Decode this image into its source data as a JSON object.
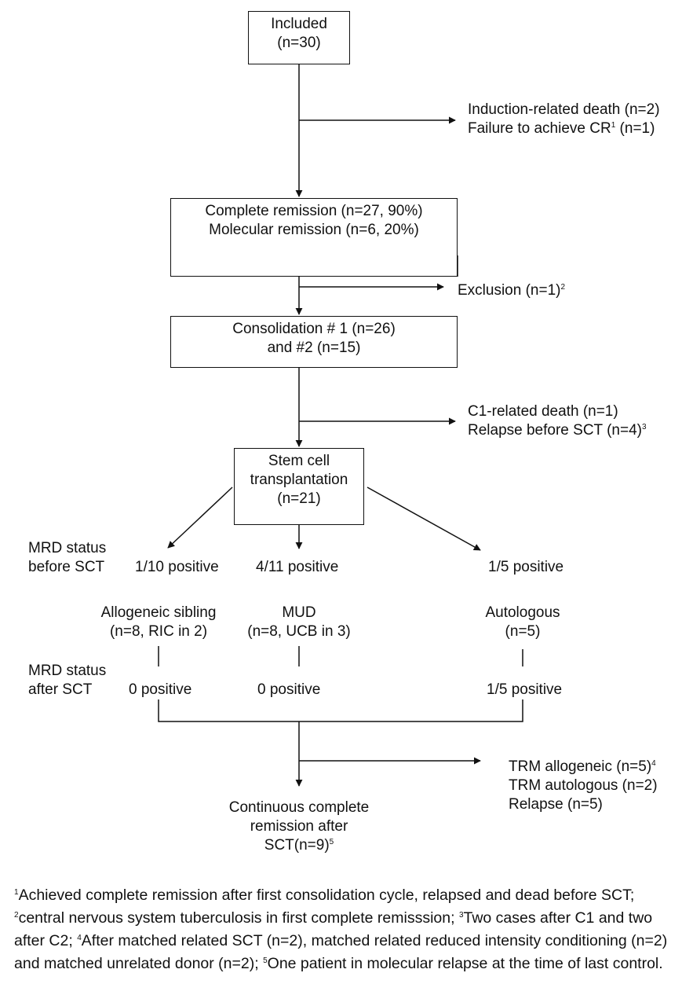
{
  "boxes": {
    "included": {
      "line1": "Included",
      "line2": "(n=30)"
    },
    "remission": {
      "line1": "Complete remission (n=27, 90%)",
      "line2": "Molecular remission (n=6, 20%)"
    },
    "consolidation": {
      "line1": "Consolidation # 1 (n=26)",
      "line2": "and #2 (n=15)"
    },
    "sct": {
      "line1": "Stem cell",
      "line2": "transplantation",
      "line3": "(n=21)"
    }
  },
  "side_notes": {
    "induction": {
      "line1": "Induction-related death (n=2)",
      "line2": "Failure to achieve CR",
      "line2_sup": "1",
      "line2_tail": " (n=1)"
    },
    "exclusion": {
      "text": "Exclusion (n=1)",
      "sup": "2"
    },
    "c1": {
      "line1": "C1-related death (n=1)",
      "line2": "Relapse before SCT (n=4)",
      "line2_sup": "3"
    },
    "trm": {
      "line1": "TRM allogeneic (n=5)",
      "line1_sup": "4",
      "line2": "TRM autologous (n=2)",
      "line3": "Relapse (n=5)"
    }
  },
  "mrd_before": {
    "label_line1": "MRD status",
    "label_line2": "before SCT",
    "values": [
      "1/10 positive",
      "4/11 positive",
      "1/5 positive"
    ]
  },
  "donor_groups": [
    {
      "line1": "Allogeneic sibling",
      "line2": "(n=8, RIC in 2)"
    },
    {
      "line1": "MUD",
      "line2": "(n=8, UCB in 3)"
    },
    {
      "line1": "Autologous",
      "line2": "(n=5)"
    }
  ],
  "mrd_after": {
    "label_line1": "MRD status",
    "label_line2": "after SCT",
    "values": [
      "0 positive",
      "0 positive",
      "1/5 positive"
    ]
  },
  "outcome": {
    "line1": "Continuous complete",
    "line2": "remission after",
    "line3": "SCT(n=9)",
    "line3_sup": "5"
  },
  "footnote": {
    "s1": "1",
    "t1": "Achieved complete remission after first consolidation cycle, relapsed and dead before SCT; ",
    "s2": "2",
    "t2": "central nervous system tuberculosis in first complete remisssion; ",
    "s3": "3",
    "t3": "Two cases after C1 and two after C2; ",
    "s4": "4",
    "t4": "After matched related SCT (n=2), matched related reduced intensity conditioning (n=2) and matched unrelated donor (n=2); ",
    "s5": "5",
    "t5": "One patient in molecular relapse at the time of last control."
  }
}
